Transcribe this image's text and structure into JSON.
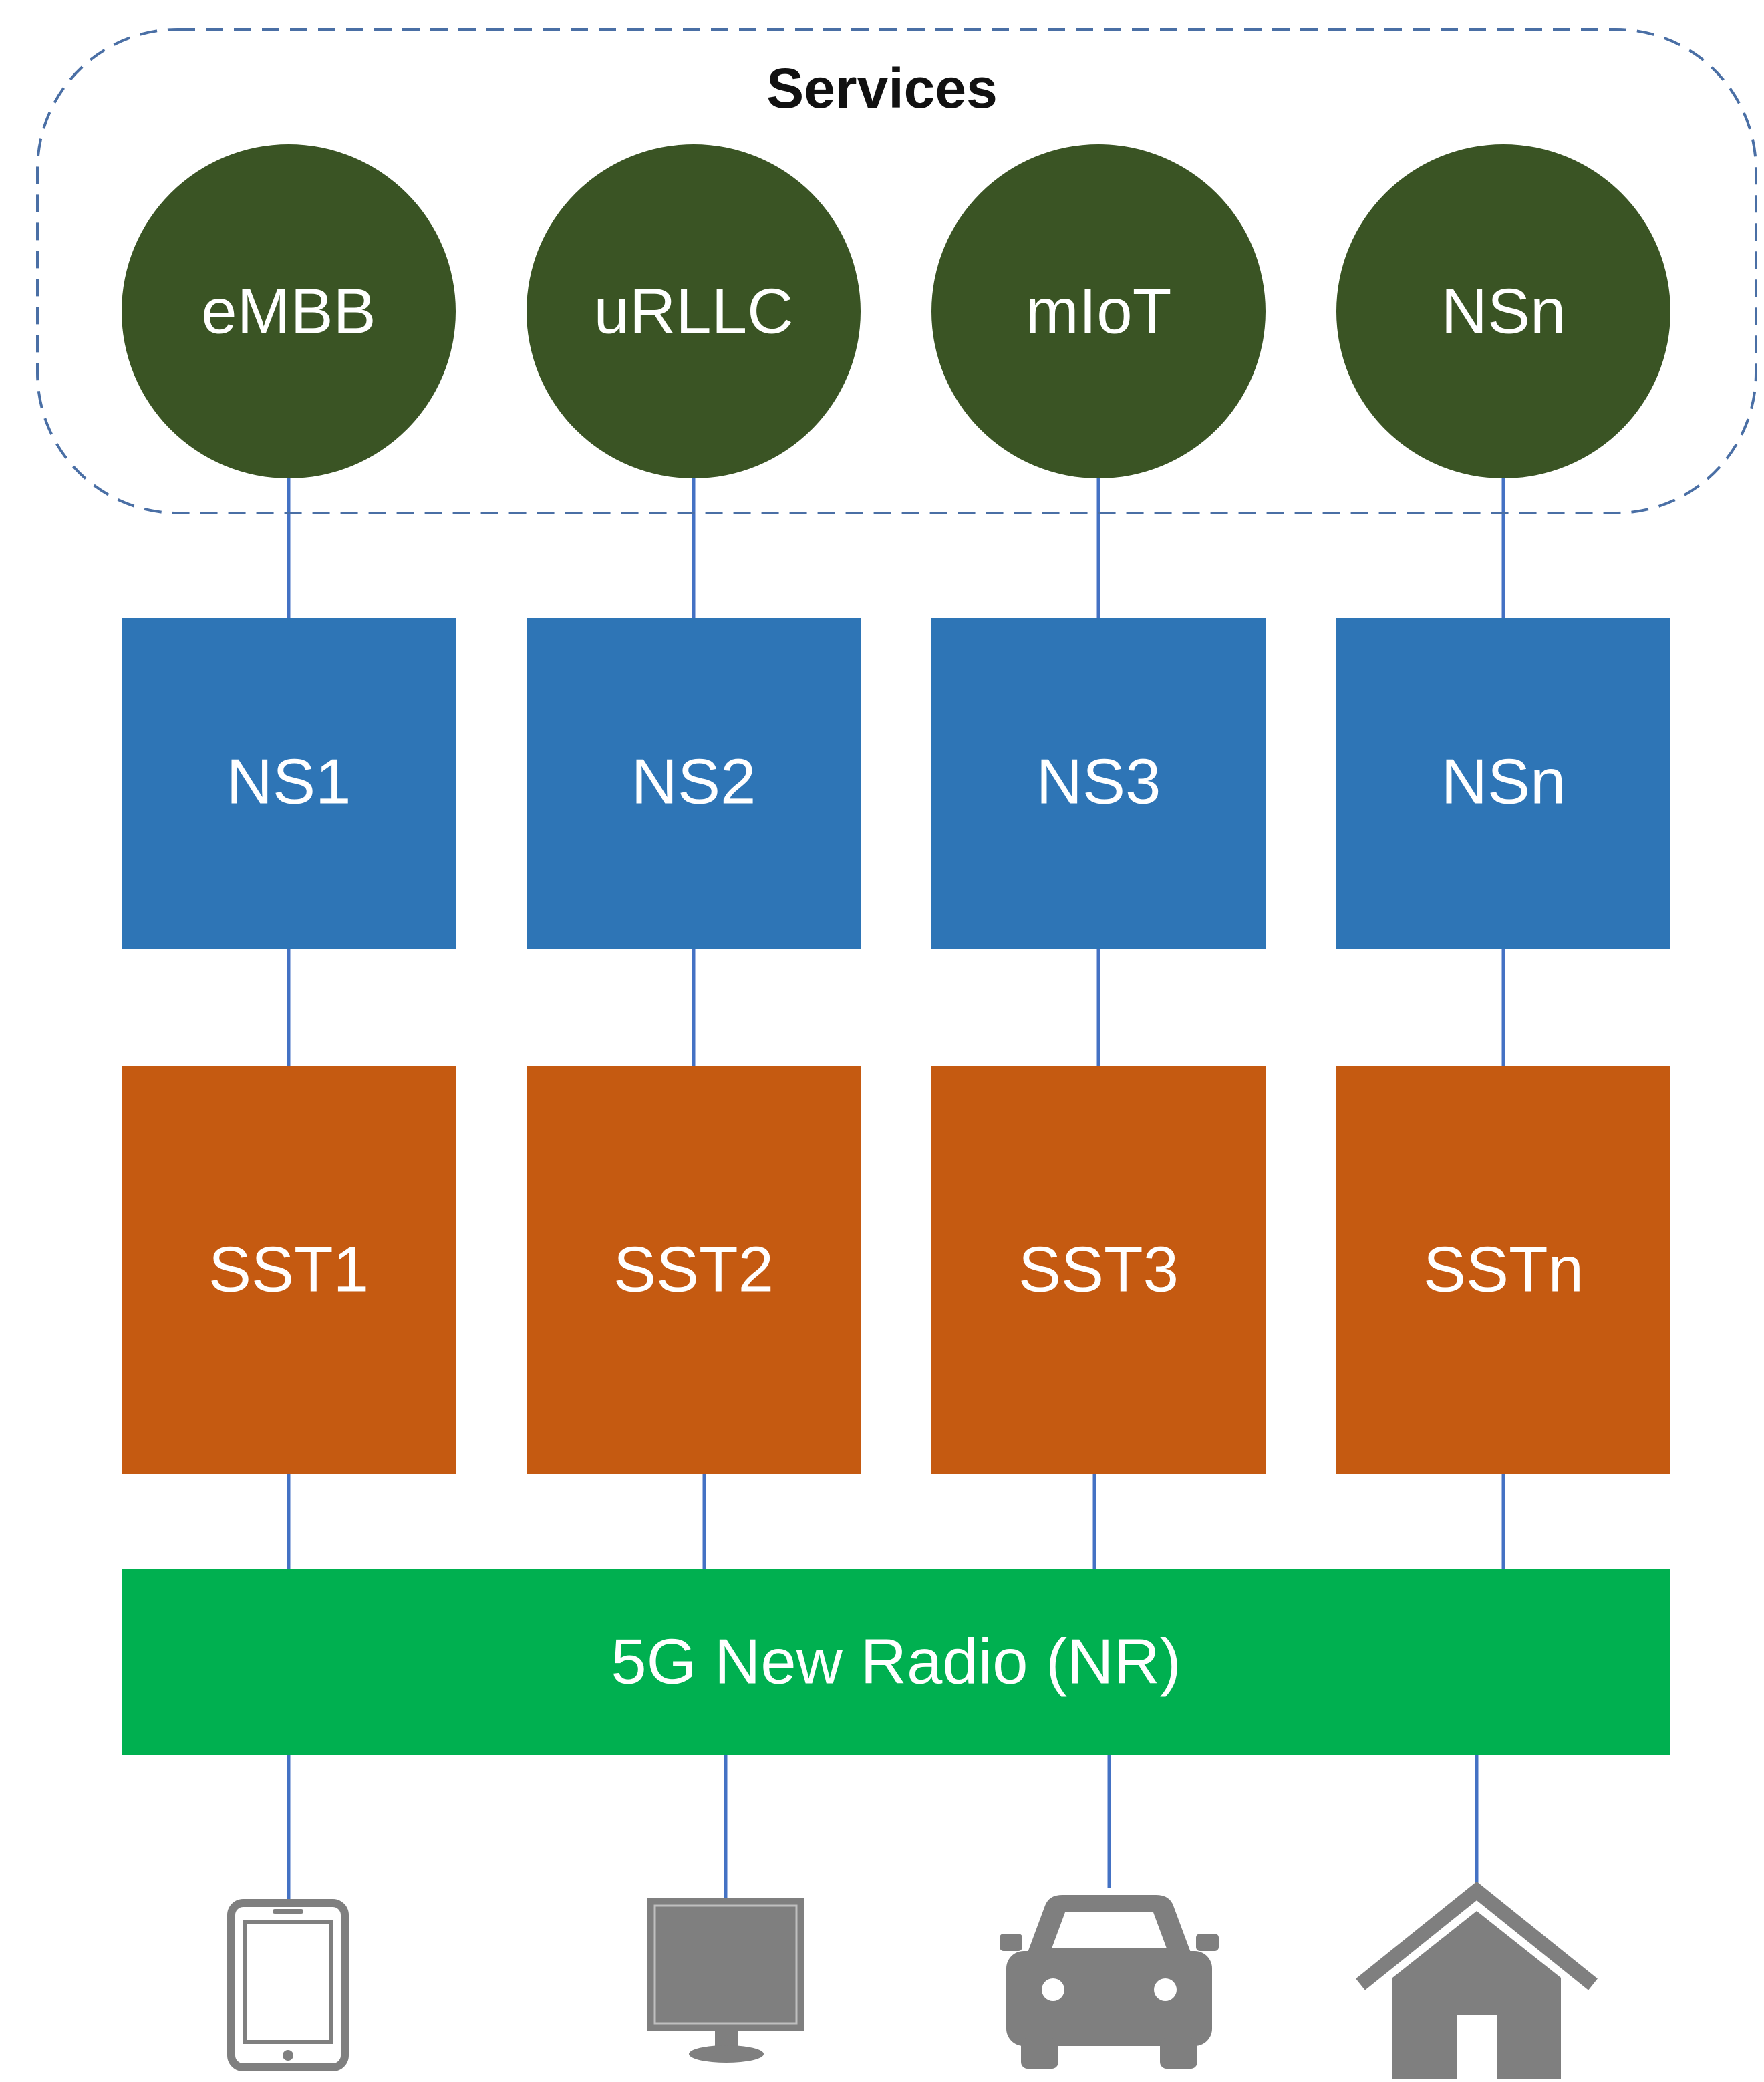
{
  "services_title": "Services",
  "services": [
    {
      "label": "eMBB"
    },
    {
      "label": "uRLLC"
    },
    {
      "label": "mIoT"
    },
    {
      "label": "NSn"
    }
  ],
  "slices": [
    {
      "label": "NS1"
    },
    {
      "label": "NS2"
    },
    {
      "label": "NS3"
    },
    {
      "label": "NSn"
    }
  ],
  "sst": [
    {
      "label": "SST1"
    },
    {
      "label": "SST2"
    },
    {
      "label": "SST3"
    },
    {
      "label": "SSTn"
    }
  ],
  "radio": {
    "label": "5G New Radio (NR)"
  },
  "devices": [
    {
      "icon": "tablet-icon"
    },
    {
      "icon": "monitor-icon"
    },
    {
      "icon": "car-icon"
    },
    {
      "icon": "house-icon"
    }
  ],
  "colors": {
    "service_fill": "#3a5424",
    "slice_fill": "#2e75b6",
    "sst_fill": "#c55a11",
    "radio_fill": "#00b050",
    "connector": "#4472c4",
    "icon_fill": "#7f7f7f"
  }
}
